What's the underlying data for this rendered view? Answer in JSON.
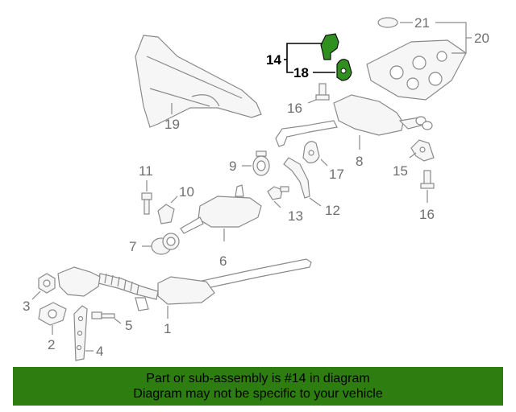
{
  "diagram": {
    "callouts": {
      "c1": "1",
      "c2": "2",
      "c3": "3",
      "c4": "4",
      "c5": "5",
      "c6": "6",
      "c7": "7",
      "c8": "8",
      "c9": "9",
      "c10": "10",
      "c11": "11",
      "c12": "12",
      "c13": "13",
      "c14": "14",
      "c15": "15",
      "c16a": "16",
      "c16b": "16",
      "c17": "17",
      "c18": "18",
      "c19": "19",
      "c20": "20",
      "c21": "21"
    },
    "highlight_color": "#2f8f1f",
    "highlighted_parts": [
      "14",
      "18"
    ]
  },
  "banner": {
    "line1": "Part or sub-assembly is #14 in diagram",
    "line2": "Diagram may not be specific to your vehicle",
    "color": "#2e7d11"
  }
}
